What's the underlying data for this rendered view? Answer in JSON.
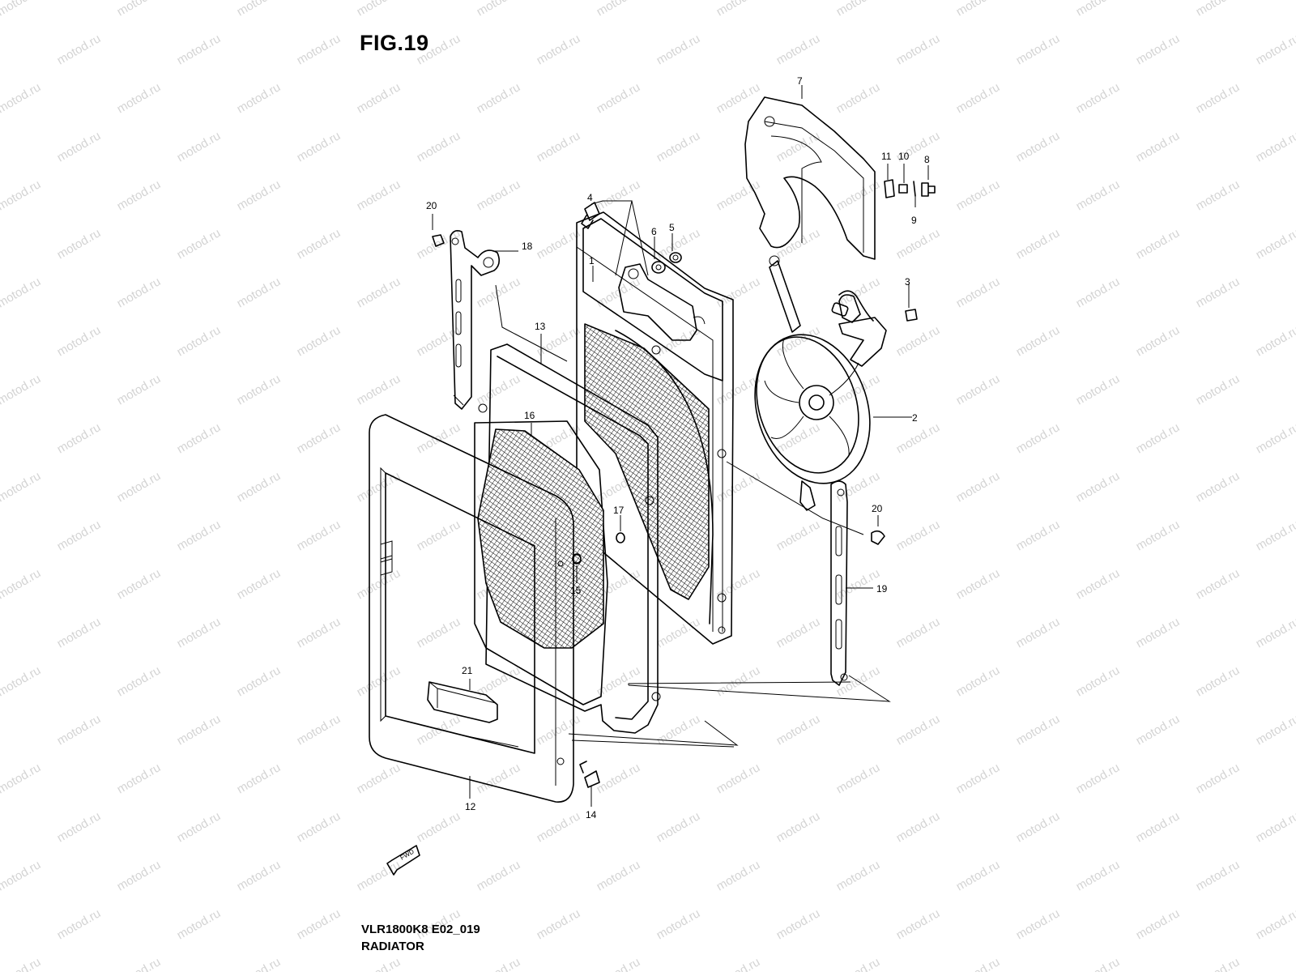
{
  "figure": {
    "title": "FIG.19",
    "model_code": "VLR1800K8 E02_019",
    "assembly_name": "RADIATOR",
    "watermark": "motod.ru",
    "fwd_label": "FWD"
  },
  "callouts": {
    "c1": "1",
    "c2": "2",
    "c3": "3",
    "c4": "4",
    "c5": "5",
    "c6": "6",
    "c7": "7",
    "c8": "8",
    "c9": "9",
    "c10": "10",
    "c11": "11",
    "c12": "12",
    "c13": "13",
    "c14": "14",
    "c15": "15",
    "c16": "16",
    "c17": "17",
    "c18": "18",
    "c19": "19",
    "c20a": "20",
    "c20b": "20",
    "c21": "21"
  }
}
